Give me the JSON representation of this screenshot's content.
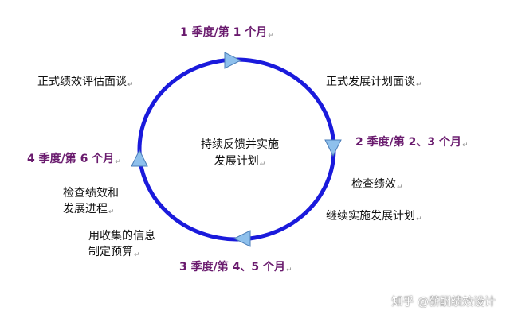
{
  "diagram": {
    "quarters": {
      "q1": "1 季度/第 1 个月",
      "q2": "2 季度/第 2、3 个月",
      "q3": "3 季度/第 4、5 个月",
      "q4": "4 季度/第 6 个月"
    },
    "steps": {
      "formal_dev_plan_interview": "正式发展计划面谈",
      "formal_review_interview": "正式绩效评估面谈",
      "check_performance": "检查绩效",
      "continue_implement_plan": "继续实施发展计划",
      "check_perf_and_progress_line1": "检查绩效和",
      "check_perf_and_progress_line2": "发展进程",
      "collect_info_line1": "用收集的信息",
      "collect_info_line2": "制定预算"
    },
    "center": {
      "line1": "持续反馈并实施",
      "line2": "发展计划"
    },
    "paragraph_mark": "↵",
    "watermark": "知乎 @薪酬绩效设计"
  },
  "colors": {
    "cycle_stroke": "#1a1adc",
    "arrow_fill": "#8ec0ec",
    "arrow_stroke": "#4a7db8",
    "quarter_text": "#6a1b6e"
  }
}
